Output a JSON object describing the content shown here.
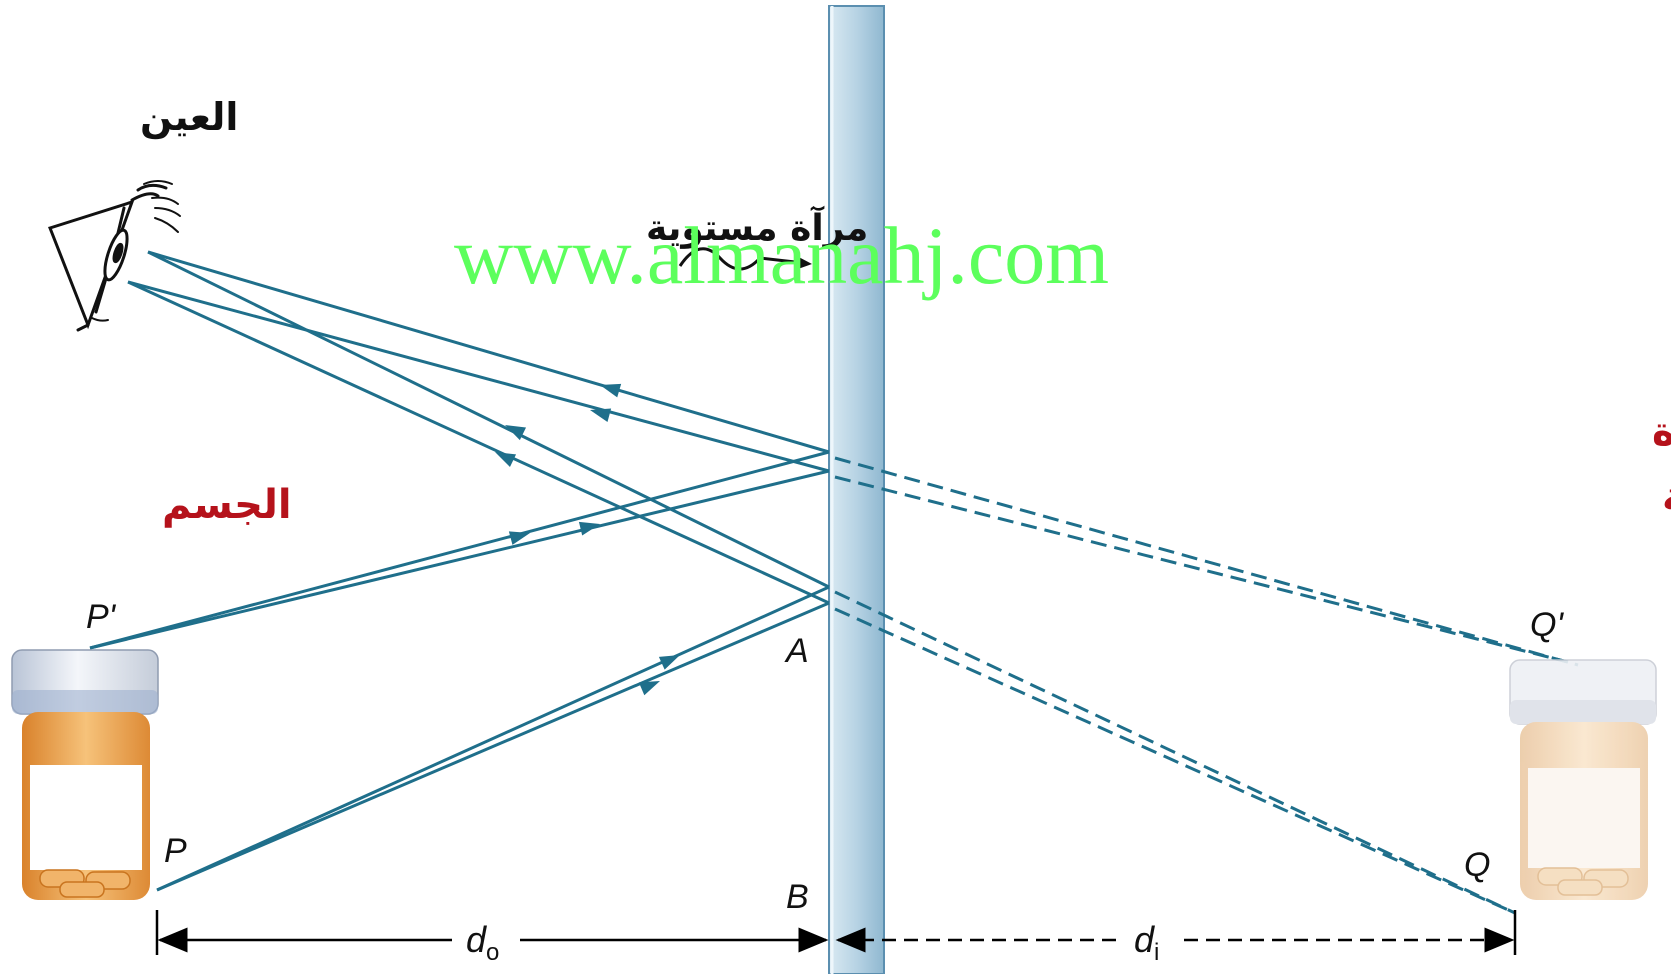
{
  "labels": {
    "eye": "العين",
    "mirror": "مرآة مستوية",
    "object": "الجسم",
    "image_line1": "الصورة",
    "image_line2": "التقديرية",
    "p_prime": "P'",
    "p": "P",
    "a": "A",
    "b": "B",
    "q_prime": "Q'",
    "q": "Q",
    "d_o_main": "d",
    "d_o_sub": "o",
    "d_i_main": "d",
    "d_i_sub": "i"
  },
  "watermark": "www.almanahj.com",
  "colors": {
    "ray": "#1f6f8b",
    "label_red": "#b5121b",
    "watermark": "#5cff5c",
    "mirror": "#a9ccdf"
  },
  "icons": {
    "eye": "eye-icon",
    "object": "pill-bottle-icon",
    "image": "pill-bottle-image-icon"
  }
}
